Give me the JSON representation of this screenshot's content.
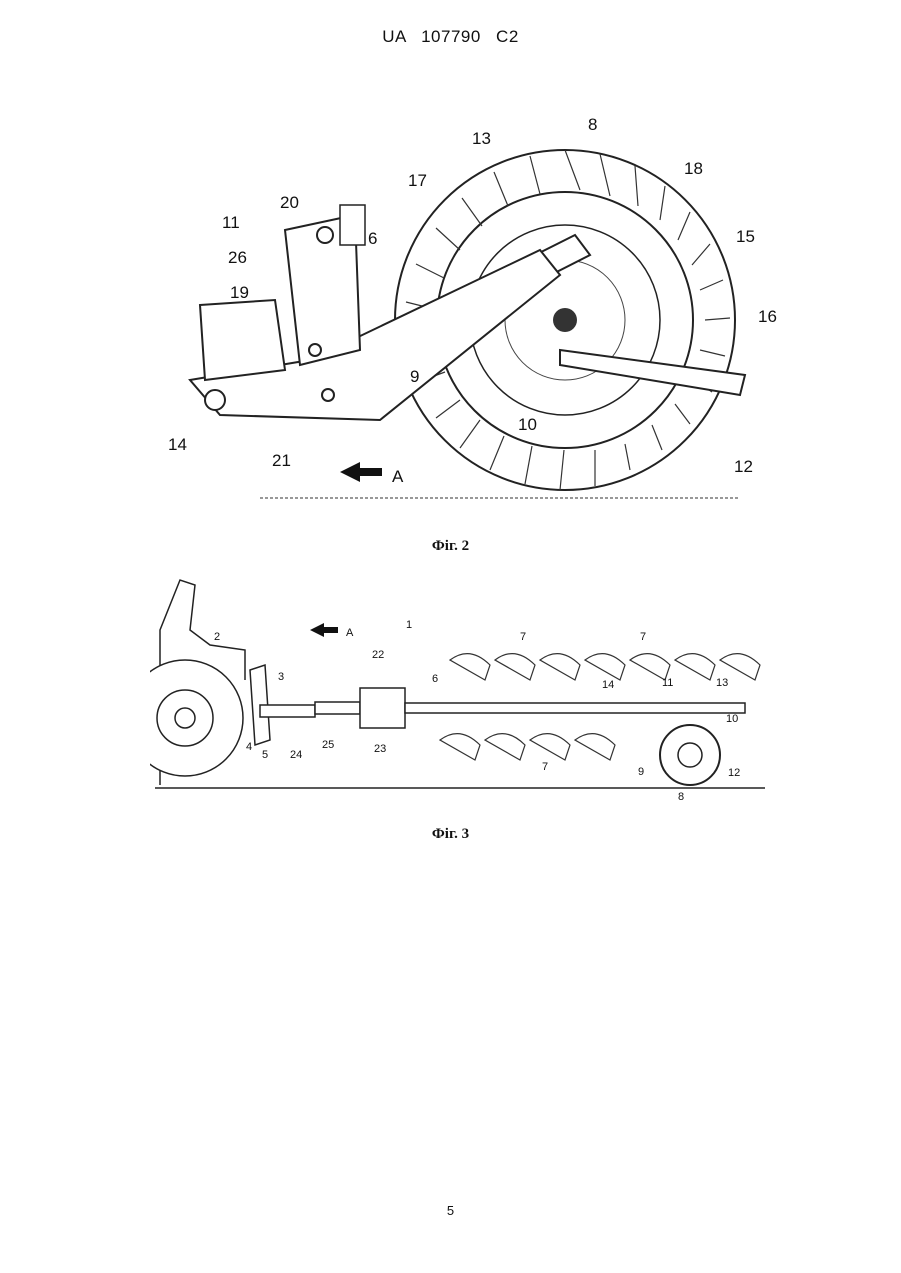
{
  "header": {
    "patent_id": "UA   107790   C2"
  },
  "figure2": {
    "caption": "Фіг. 2",
    "labels": [
      "8",
      "13",
      "18",
      "17",
      "20",
      "11",
      "6",
      "15",
      "26",
      "19",
      "16",
      "9",
      "10",
      "14",
      "21",
      "12"
    ],
    "direction_label": "A"
  },
  "figure3": {
    "caption": "Фіг. 3",
    "labels": [
      "2",
      "1",
      "7",
      "7",
      "22",
      "6",
      "3",
      "14",
      "11",
      "13",
      "10",
      "4",
      "5",
      "24",
      "25",
      "23",
      "7",
      "9",
      "12",
      "8"
    ],
    "direction_label": "A"
  },
  "page_number": "5"
}
